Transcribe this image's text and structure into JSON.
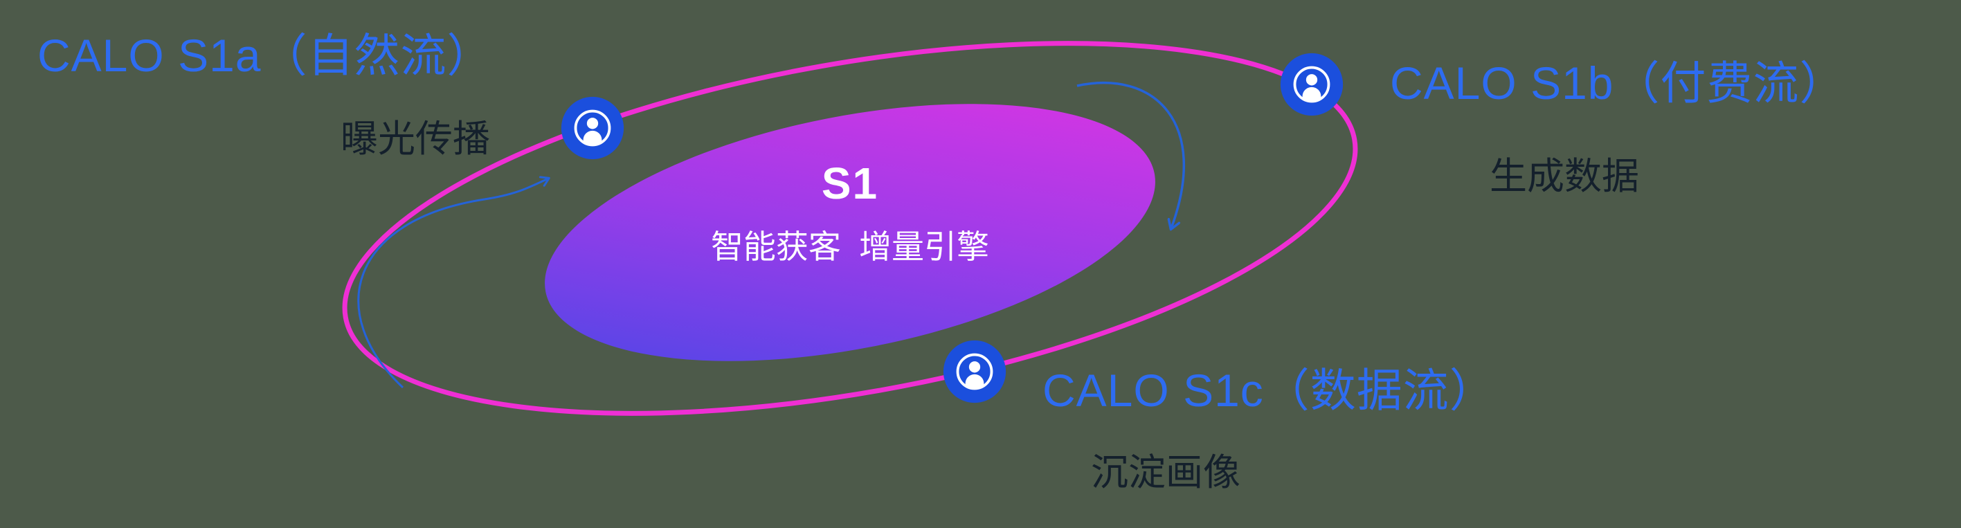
{
  "core": {
    "title": "S1",
    "subtitle": "智能获客  增量引擎"
  },
  "nodes": [
    {
      "id": "s1a",
      "title": "CALO S1a（自然流）",
      "subtitle": "曝光传播",
      "icon": "user-icon"
    },
    {
      "id": "s1b",
      "title": "CALO S1b（付费流）",
      "subtitle": "生成数据",
      "icon": "user-icon"
    },
    {
      "id": "s1c",
      "title": "CALO S1c（数据流）",
      "subtitle": "沉淀画像",
      "icon": "user-icon"
    }
  ],
  "colors": {
    "background": "#4d5a4a",
    "title_blue": "#2e6cf1",
    "subtitle_dark": "#14202c",
    "orbit_pink": "#ef2fd4",
    "core_gradient_start": "#4448e6",
    "core_gradient_mid": "#9b3ce9",
    "core_gradient_end": "#e234e2",
    "core_text": "#ffffff",
    "icon_blue": "#1b4fdd",
    "icon_glyph": "#ffffff",
    "arrow_blue": "#2563d8"
  }
}
